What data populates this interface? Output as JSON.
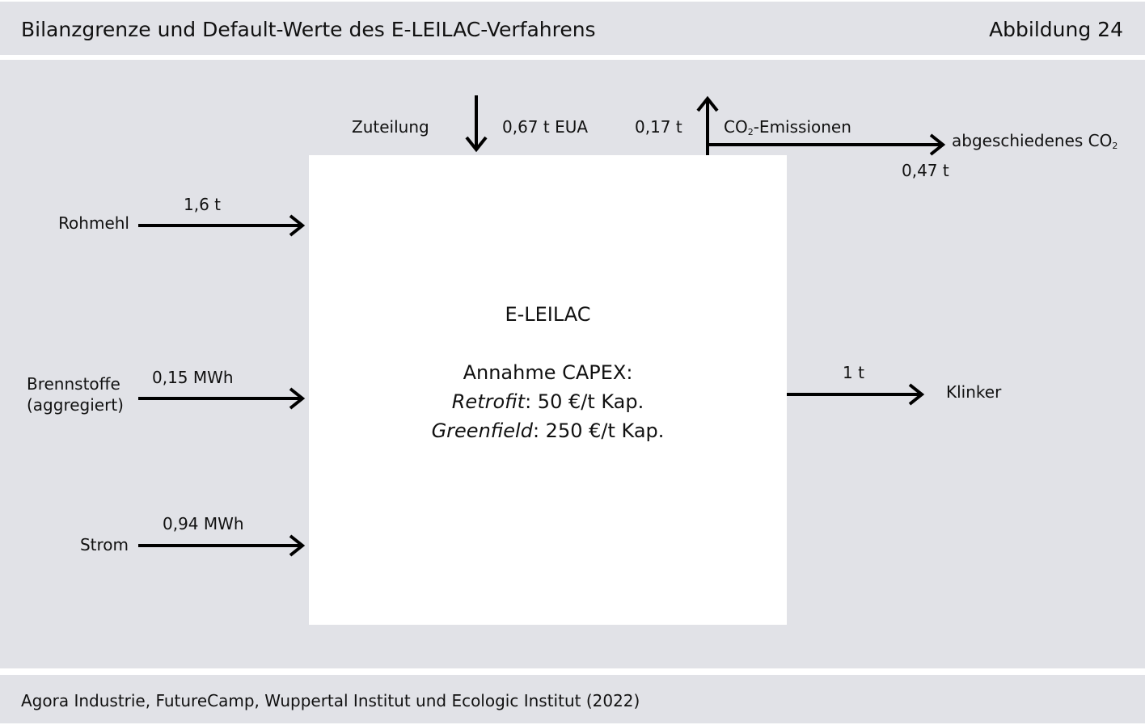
{
  "header": {
    "title": "Bilanzgrenze und Default-Werte des E-LEILAC-Verfahrens",
    "figure": "Abbildung 24"
  },
  "box": {
    "name": "E-LEILAC",
    "capex_title": "Annahme CAPEX:",
    "retrofit_label": "Retrofit",
    "retrofit_value": ": 50 €/t Kap.",
    "greenfield_label": "Greenfield",
    "greenfield_value": ": 250 €/t Kap."
  },
  "inputs": {
    "rohmehl": {
      "label": "Rohmehl",
      "value": "1,6 t"
    },
    "brennstoffe": {
      "label_line1": "Brennstoffe",
      "label_line2": "(aggregiert)",
      "value": "0,15 MWh"
    },
    "strom": {
      "label": "Strom",
      "value": "0,94 MWh"
    }
  },
  "top": {
    "allocation_label": "Zuteilung",
    "allocation_value": "0,67 t EUA",
    "emission_value": "0,17 t",
    "emission_label_co": "CO",
    "emission_label_sub": "2",
    "emission_label_rest": "-Emissionen",
    "captured_label": "abgeschiedenes CO",
    "captured_sub": "2",
    "captured_value": "0,47 t"
  },
  "output": {
    "label": "Klinker",
    "value": "1 t"
  },
  "footer": {
    "source": "Agora Industrie, FutureCamp, Wuppertal Institut und Ecologic Institut (2022)"
  }
}
